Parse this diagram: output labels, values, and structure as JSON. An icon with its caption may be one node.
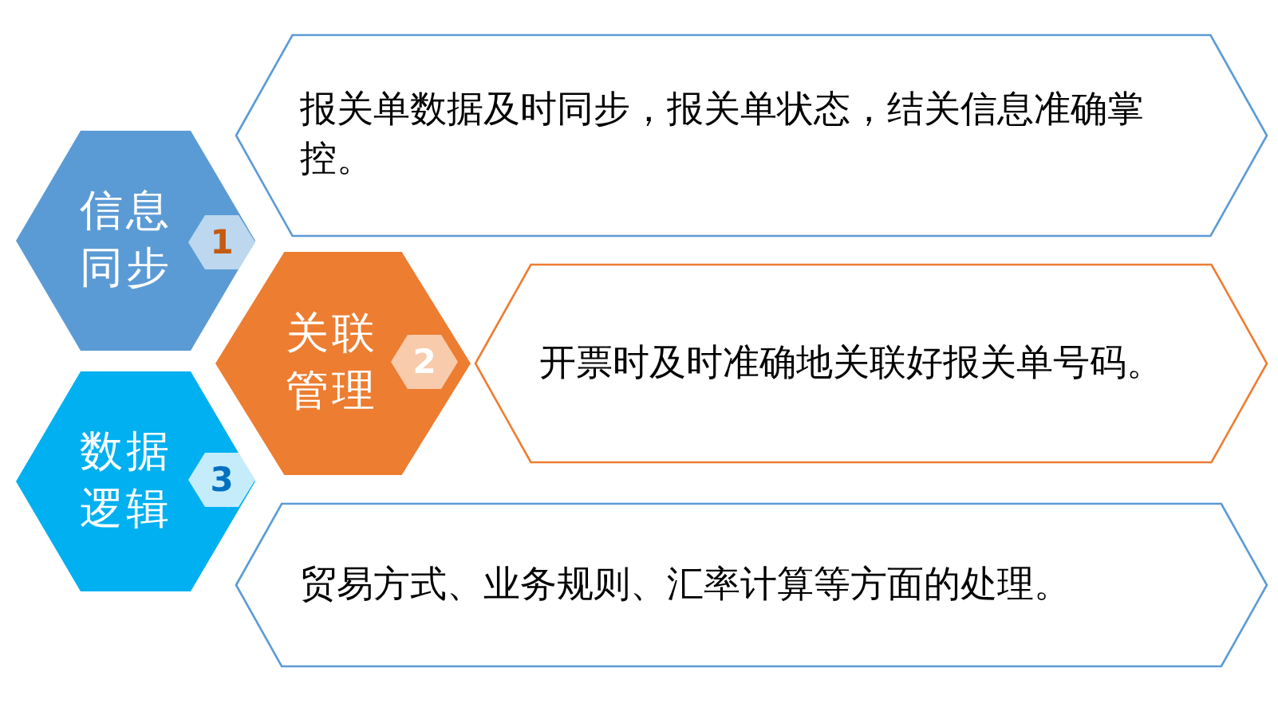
{
  "diagram": {
    "nodes": [
      {
        "text": [
          "报关单数据及时同步，报关单状态，结关信息准确掌控。"
        ]
      },
      {
        "text": [
          "开票时及时准确地关联好报关单号码。"
        ]
      },
      {
        "text": [
          "贸易方式、业务规则、汇率计算等方面的处理。"
        ]
      },
      {
        "text": [
          "信息同步"
        ]
      },
      {
        "text": [
          "1"
        ],
        "in": 3
      },
      {
        "text": [
          "数据逻辑"
        ]
      },
      {
        "text": [
          "3"
        ],
        "in": 5
      },
      {
        "text": [
          "关联管理"
        ]
      },
      {
        "text": [
          "2"
        ],
        "in": 7
      }
    ]
  }
}
